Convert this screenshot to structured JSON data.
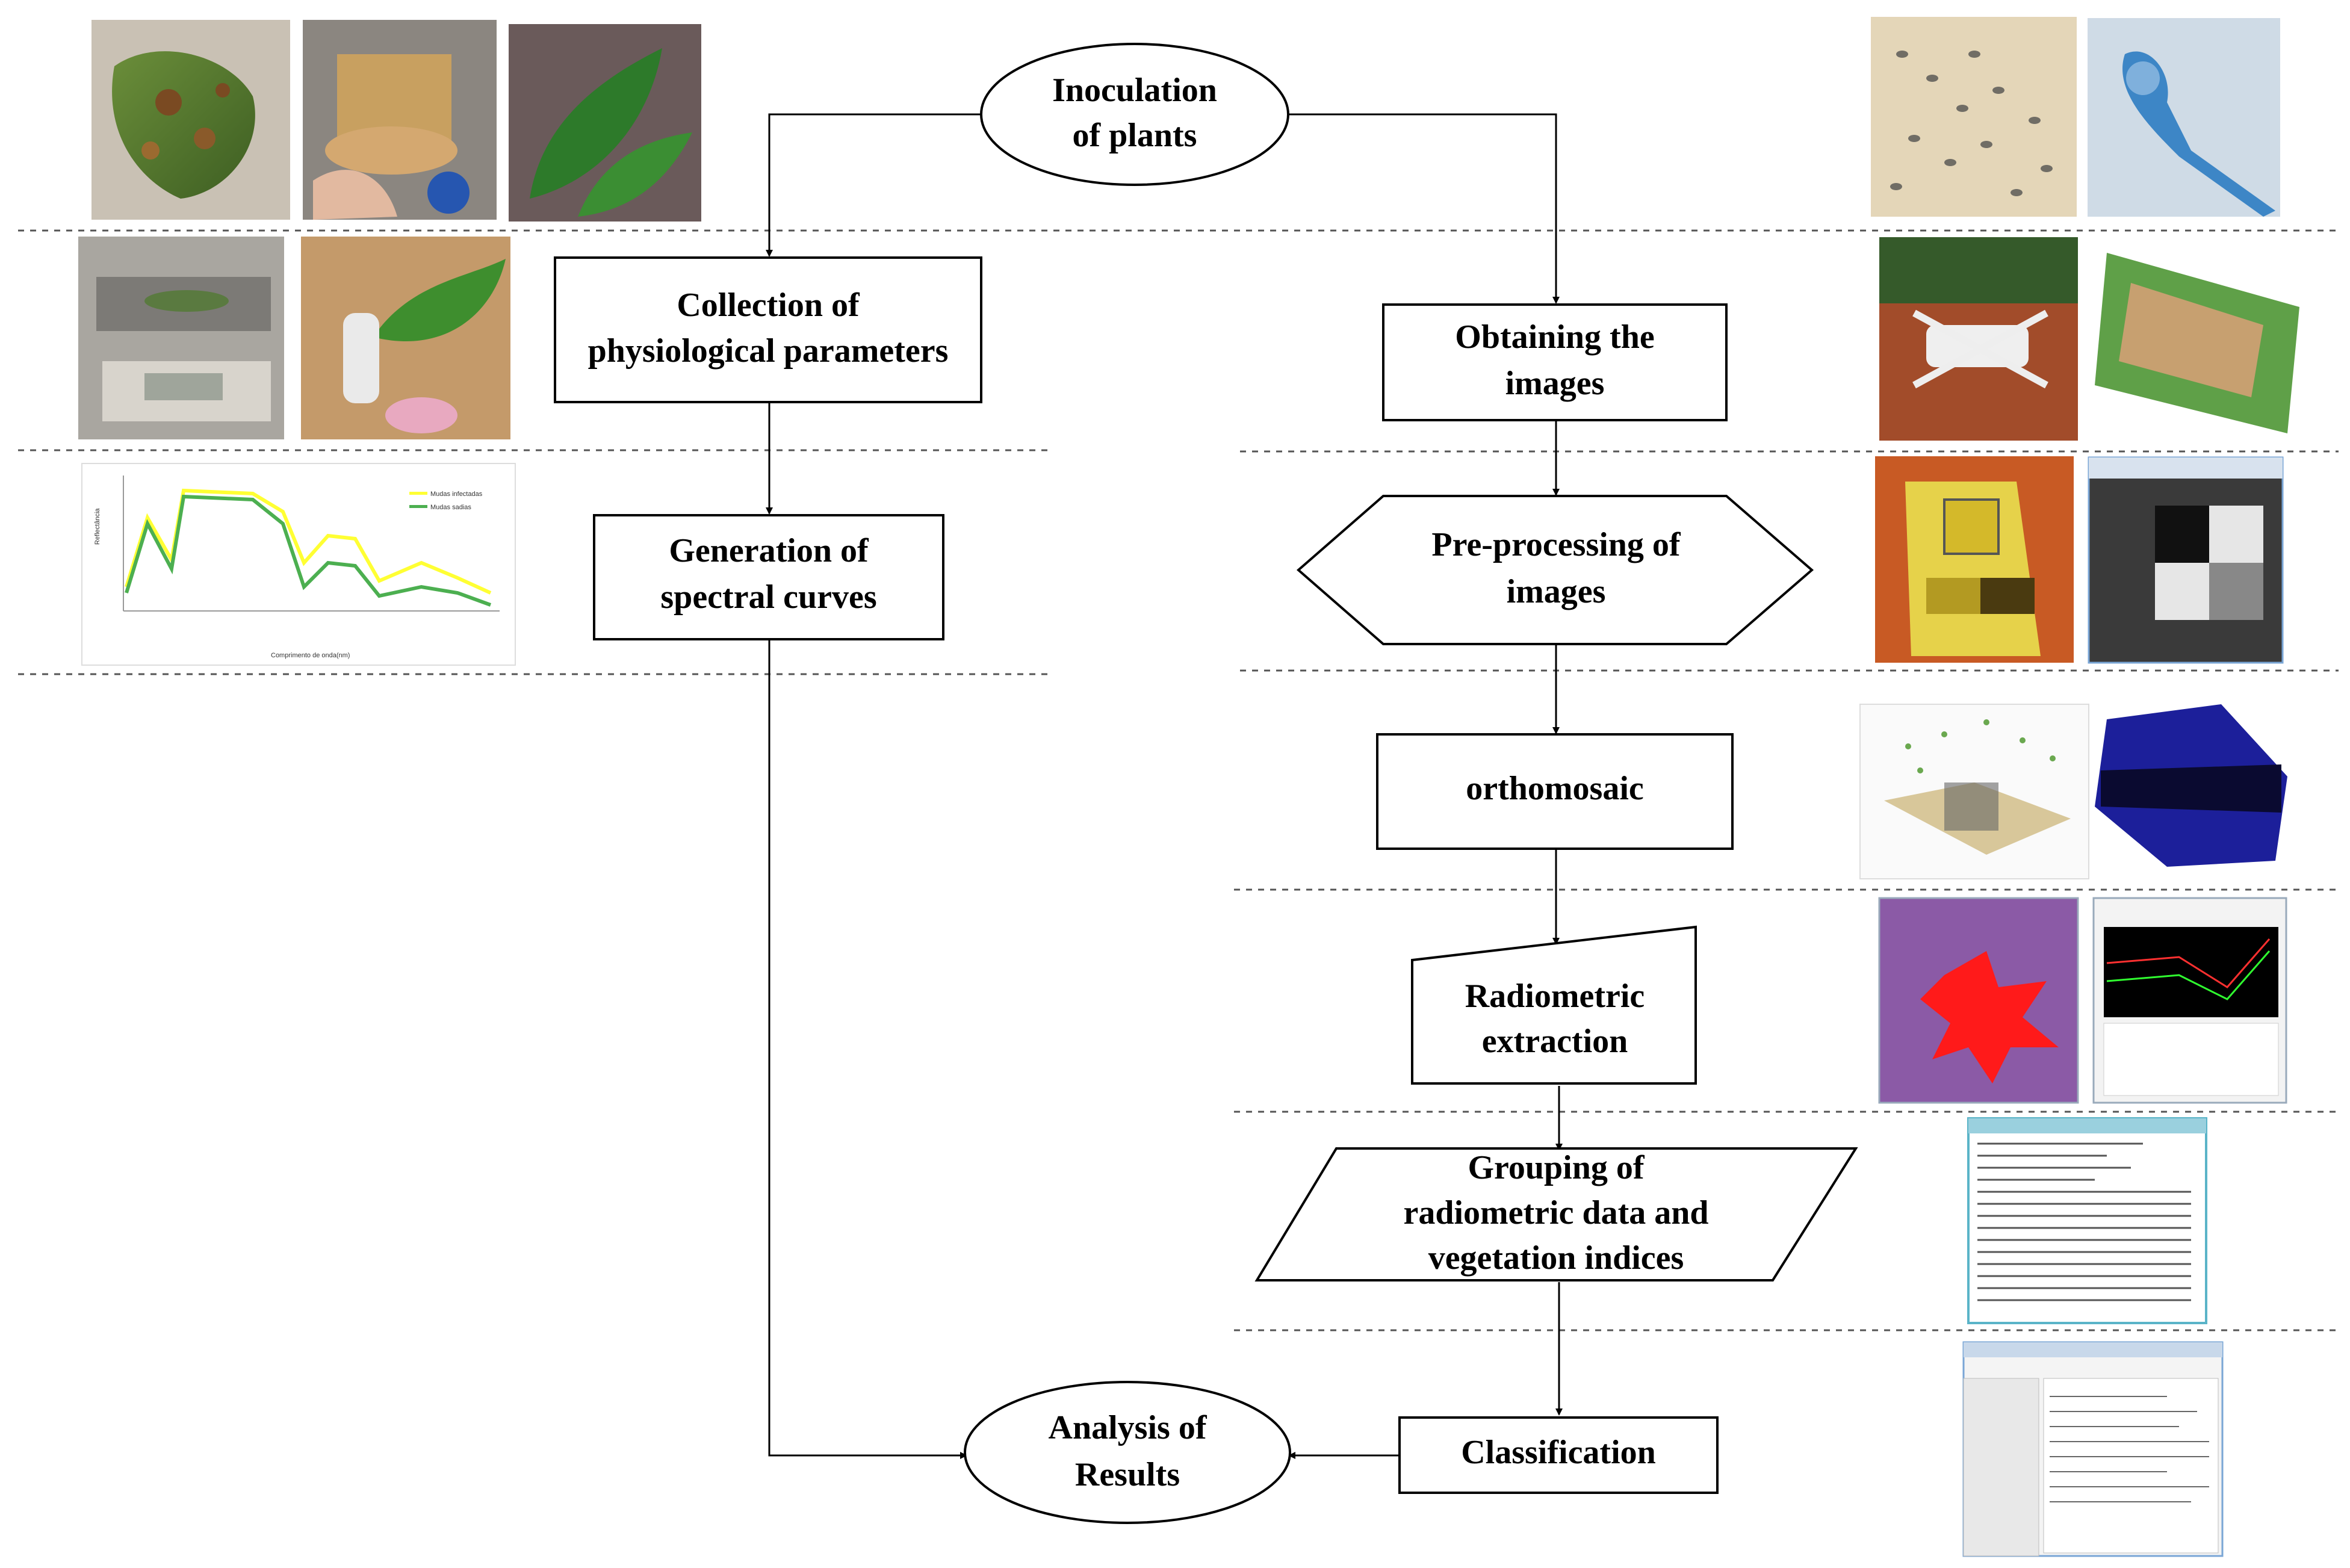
{
  "nodes": {
    "inoculation": {
      "line1": "Inoculation",
      "line2": "of plants"
    },
    "collection": {
      "line1": "Collection of",
      "line2": "physiological parameters"
    },
    "obtaining": {
      "line1": "Obtaining the",
      "line2": "images"
    },
    "generation": {
      "line1": "Generation of",
      "line2": "spectral curves"
    },
    "preprocessing": {
      "line1": "Pre-processing of",
      "line2": "images"
    },
    "orthomosaic": {
      "line1": "orthomosaic"
    },
    "radiometric": {
      "line1": "Radiometric",
      "line2": "extraction"
    },
    "grouping": {
      "line1": "Grouping of",
      "line2": "radiometric data and",
      "line3": "vegetation indices"
    },
    "classification": {
      "line1": "Classification"
    },
    "analysis": {
      "line1": "Analysis of",
      "line2": "Results"
    }
  },
  "spectral_chart": {
    "ylabel": "Reflectância",
    "xlabel": "Comprimento de onda(nm)",
    "legend": [
      "Mudas infectadas",
      "Mudas sadias"
    ],
    "series_colors": [
      "#ffff33",
      "#4caf50"
    ]
  },
  "photo_icons": [
    "diseased-leaf-photo",
    "lab-flask-photo",
    "leaf-plant-photo",
    "spores-microscopy-photo",
    "hypha-microscopy-photo",
    "lab-scale-photo",
    "leaf-sample-tube-photo",
    "drone-photo",
    "field-mosaic-photo",
    "calibration-target-photo",
    "calibration-software-screenshot",
    "point-cloud-photo",
    "dense-model-photo",
    "radiometric-roi-screenshot",
    "spectral-profile-screenshot",
    "data-file-screenshot",
    "classifier-software-screenshot"
  ]
}
